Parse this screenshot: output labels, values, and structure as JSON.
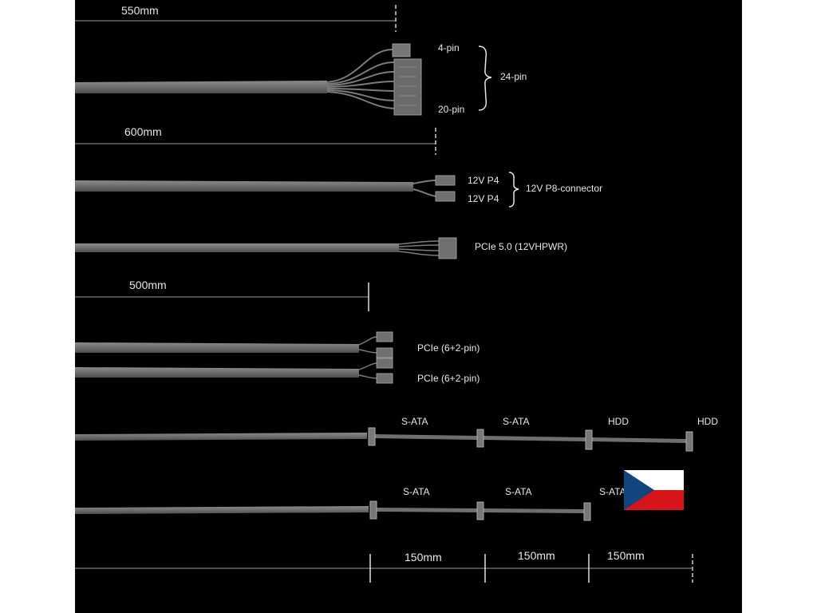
{
  "measures": {
    "main_length": "550mm",
    "cpu_length": "600mm",
    "pcie_length": "500mm",
    "sata_segment_1": "150mm",
    "sata_segment_2": "150mm",
    "sata_segment_3": "150mm"
  },
  "atx_cable": {
    "connector_a": "4-pin",
    "connector_b": "20-pin",
    "combined": "24-pin"
  },
  "cpu_cable": {
    "connector_a": "12V P4",
    "connector_b": "12V P4",
    "combined": "12V P8-connector"
  },
  "pcie5_cable": {
    "connector": "PCIe 5.0 (12VHPWR)"
  },
  "pcie_cable": {
    "connector_a": "PCIe (6+2-pin)",
    "connector_b": "PCIe (6+2-pin)"
  },
  "sata_hdd_cable": {
    "connector_1": "S-ATA",
    "connector_2": "S-ATA",
    "connector_3": "HDD",
    "connector_4": "HDD"
  },
  "sata_cable": {
    "connector_1": "S-ATA",
    "connector_2": "S-ATA",
    "connector_3": "S-ATA"
  },
  "flag": {
    "country_icon": "czech-flag-icon",
    "colors": {
      "white": "#ffffff",
      "red": "#d7141a",
      "blue": "#11457e"
    }
  },
  "colors": {
    "background": "#000000",
    "cable": "#6e6e6e",
    "cable_edge": "#8a8a8a",
    "text": "#e6e6e6"
  }
}
